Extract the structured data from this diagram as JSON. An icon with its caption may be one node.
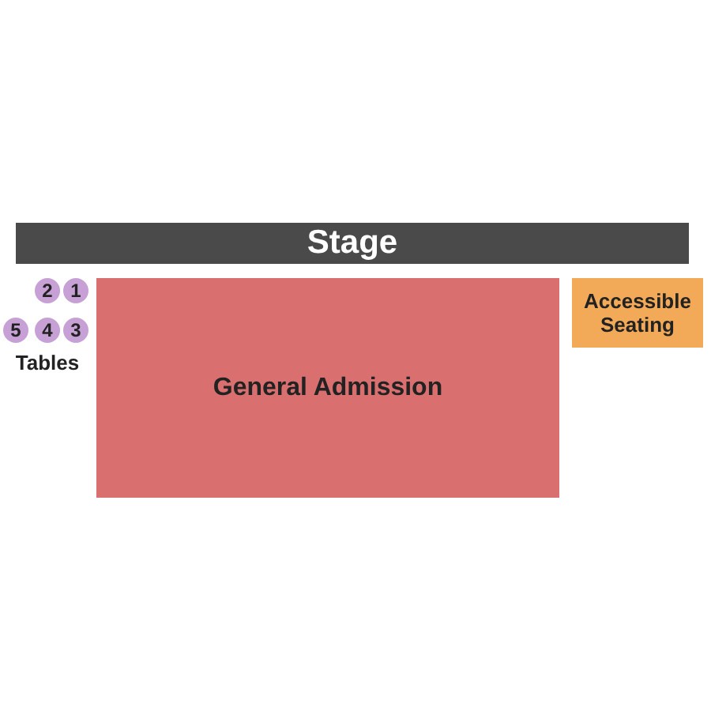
{
  "diagram": {
    "nodes": [
      {
        "text": [
          "Stage"
        ]
      },
      {
        "text": [
          "2"
        ]
      },
      {
        "text": [
          "1"
        ]
      },
      {
        "text": [
          "5"
        ]
      },
      {
        "text": [
          "4"
        ]
      },
      {
        "text": [
          "3"
        ]
      },
      {
        "text": [
          "General Admission"
        ]
      },
      {
        "text": [
          "Accessible Seating"
        ]
      }
    ],
    "labels": [
      "Tables"
    ]
  }
}
